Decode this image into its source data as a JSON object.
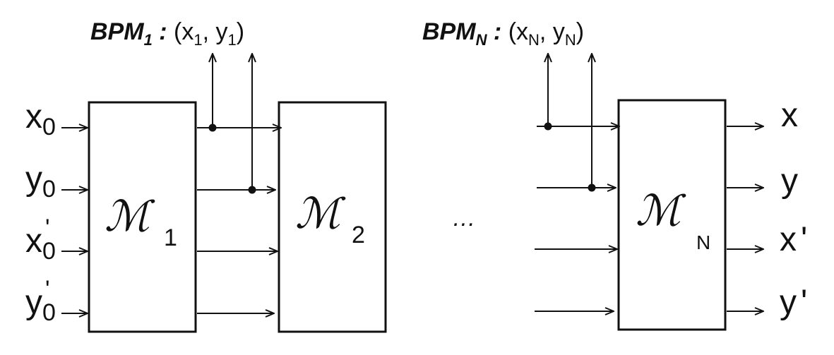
{
  "diagram": {
    "bpm_first": {
      "name": "BPM",
      "index": "1",
      "colon": ":",
      "open": "(",
      "x": "x",
      "x_sub": "1",
      "comma": ",",
      "y": "y",
      "y_sub": "1",
      "close": ")"
    },
    "bpm_last": {
      "name": "BPM",
      "index": "N",
      "colon": ":",
      "open": "(",
      "x": "x",
      "x_sub": "N",
      "comma": ",",
      "y": "y",
      "y_sub": "N",
      "close": ")"
    },
    "inputs": [
      {
        "sym": "x",
        "sub": "0",
        "prime": ""
      },
      {
        "sym": "y",
        "sub": "0",
        "prime": ""
      },
      {
        "sym": "x",
        "sub": "0",
        "prime": "'"
      },
      {
        "sym": "y",
        "sub": "0",
        "prime": "'"
      }
    ],
    "outputs": [
      {
        "sym": "x",
        "prime": ""
      },
      {
        "sym": "y",
        "prime": ""
      },
      {
        "sym": "x",
        "prime": "'"
      },
      {
        "sym": "y",
        "prime": "'"
      }
    ],
    "blocks": [
      {
        "symbol": "ℳ",
        "index": "1"
      },
      {
        "symbol": "ℳ",
        "index": "2"
      },
      {
        "symbol": "ℳ",
        "index": "N"
      }
    ],
    "ellipsis": "…",
    "stroke_color": "#111111"
  }
}
